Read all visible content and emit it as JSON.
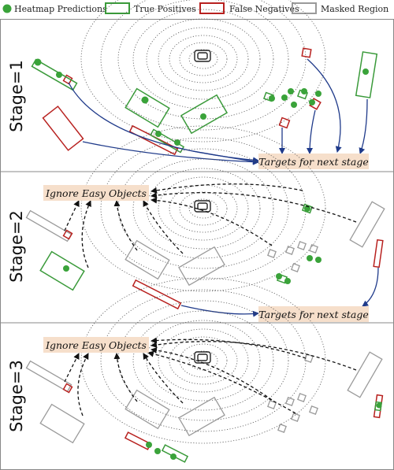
{
  "legend": {
    "heatmap_label": "Heatmap Predictions",
    "tp_label": "True Positives",
    "fn_label": "False Negatives",
    "masked_label": "Masked Region"
  },
  "colors": {
    "heatmap": "#3aa33a",
    "true_positive": "#3a9a3a",
    "false_negative": "#b8211f",
    "masked": "#9a9a9a",
    "arrow_blue": "#1f3a8a",
    "callout_bg": "#f6dfcb"
  },
  "stages": [
    {
      "label": "Stage=1",
      "callouts": [
        {
          "text": "Targets for next stage"
        }
      ]
    },
    {
      "label": "Stage=2",
      "callouts": [
        {
          "text": "Ignore Easy Objects"
        },
        {
          "text": "Targets for next stage"
        }
      ]
    },
    {
      "label": "Stage=3",
      "callouts": [
        {
          "text": "Ignore Easy Objects"
        }
      ]
    }
  ]
}
